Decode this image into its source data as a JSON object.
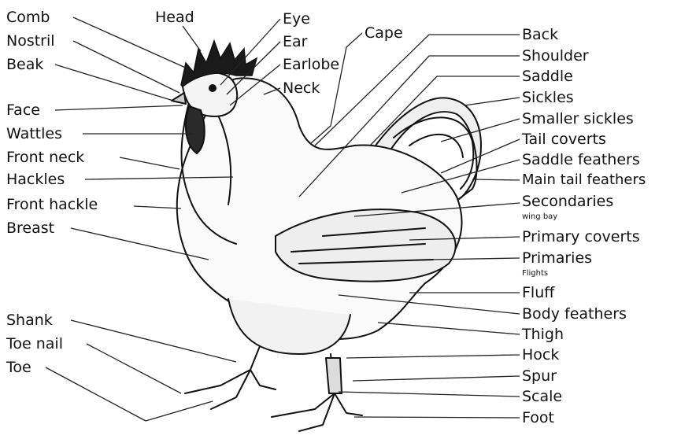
{
  "labels": {
    "comb": "Comb",
    "nostril": "Nostril",
    "beak": "Beak",
    "head": "Head",
    "eye": "Eye",
    "ear": "Ear",
    "earlobe": "Earlobe",
    "neck": "Neck",
    "cape": "Cape",
    "face": "Face",
    "wattles": "Wattles",
    "front_neck": "Front neck",
    "hackles": "Hackles",
    "front_hackle": "Front hackle",
    "breast": "Breast",
    "shank": "Shank",
    "toe_nail": "Toe nail",
    "toe": "Toe",
    "back": "Back",
    "shoulder": "Shoulder",
    "saddle": "Saddle",
    "sickles": "Sickles",
    "smaller_sickles": "Smaller sickles",
    "tail_coverts": "Tail coverts",
    "saddle_feathers": "Saddle feathers",
    "main_tail_feathers": "Main tail feathers",
    "secondaries": "Secondaries",
    "secondaries_sub": "wing bay",
    "primary_coverts": "Primary coverts",
    "primaries": "Primaries",
    "primaries_sub": "Flights",
    "fluff": "Fluff",
    "body_feathers": "Body feathers",
    "thigh": "Thigh",
    "hock": "Hock",
    "spur": "Spur",
    "scale": "Scale",
    "foot": "Foot"
  },
  "colors": {
    "ink": "#111111",
    "paper": "#ffffff",
    "comb": "#1a1a1a",
    "body_shade": "#e9e9e9"
  }
}
